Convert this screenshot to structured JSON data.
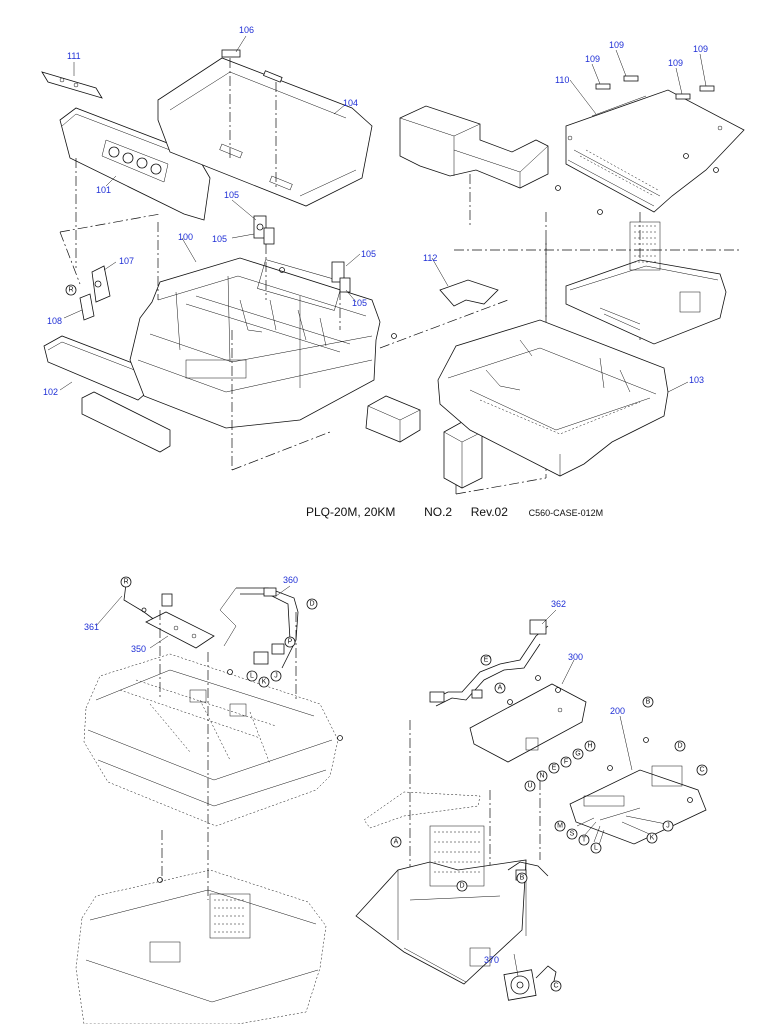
{
  "caption": {
    "model": "PLQ-20M, 20KM",
    "sheet": "NO.2",
    "revision": "Rev.02",
    "code": "C560-CASE-012M"
  },
  "part_numbers": {
    "p100": "100",
    "p101": "101",
    "p102": "102",
    "p103": "103",
    "p104": "104",
    "p105": "105",
    "p106": "106",
    "p107": "107",
    "p108": "108",
    "p109": "109",
    "p110": "110",
    "p111": "111",
    "p112": "112",
    "p200": "200",
    "p300": "300",
    "p350": "350",
    "p360": "360",
    "p361": "361",
    "p362": "362",
    "p370": "370"
  },
  "connector_letters": {
    "A": "A",
    "B": "B",
    "C": "C",
    "D": "D",
    "E": "E",
    "F": "F",
    "G": "G",
    "H": "H",
    "J": "J",
    "K": "K",
    "L": "L",
    "M": "M",
    "N": "N",
    "P": "P",
    "R": "R",
    "S": "S",
    "T": "T",
    "U": "U"
  },
  "colors": {
    "part_number": "#1f2fd6",
    "line": "#111111",
    "background": "#ffffff"
  }
}
